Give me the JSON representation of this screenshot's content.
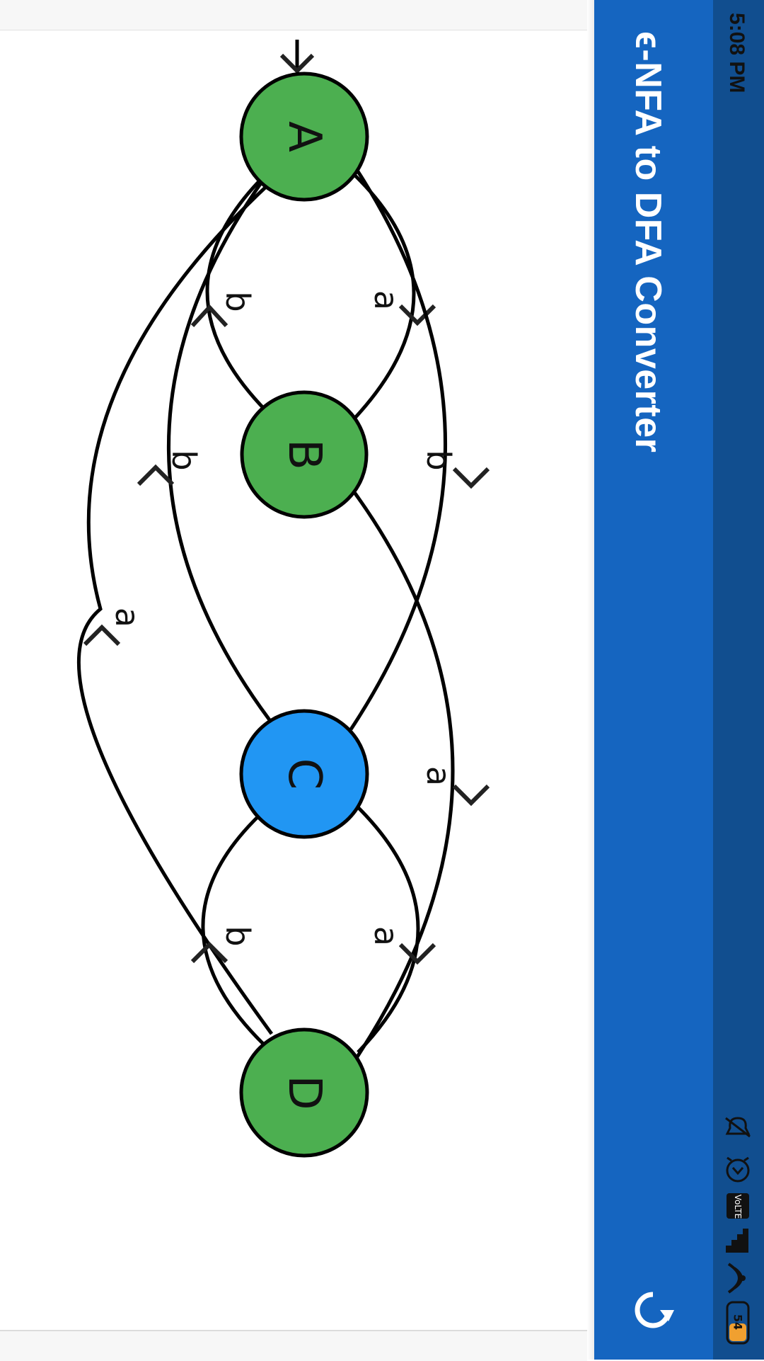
{
  "status_bar": {
    "time": "5:08 PM",
    "battery_level": "54",
    "icons": [
      "mute-icon",
      "alarm-icon",
      "volte-icon",
      "signal-icon",
      "wifi-icon",
      "battery-icon"
    ]
  },
  "app_bar": {
    "title": "ϵ-NFA to DFA Converter",
    "refresh_icon": "refresh-icon"
  },
  "colors": {
    "status_bar": "#114e8f",
    "app_bar": "#1565c0",
    "state_fill": "#4caf50",
    "final_state_fill": "#2196f3"
  },
  "dfa": {
    "states": [
      {
        "id": "A",
        "label": "A",
        "start": true,
        "final": false
      },
      {
        "id": "B",
        "label": "B",
        "start": false,
        "final": false
      },
      {
        "id": "C",
        "label": "C",
        "start": false,
        "final": true
      },
      {
        "id": "D",
        "label": "D",
        "start": false,
        "final": false
      }
    ],
    "transitions": [
      {
        "from": "A",
        "to": "B",
        "symbol": "a"
      },
      {
        "from": "B",
        "to": "A",
        "symbol": "b"
      },
      {
        "from": "A",
        "to": "C",
        "symbol": "b"
      },
      {
        "from": "C",
        "to": "A",
        "symbol": "b"
      },
      {
        "from": "B",
        "to": "D",
        "symbol": "a"
      },
      {
        "from": "D",
        "to": "A",
        "symbol": "a"
      },
      {
        "from": "C",
        "to": "D",
        "symbol": "a"
      },
      {
        "from": "D",
        "to": "C",
        "symbol": "b"
      }
    ]
  }
}
